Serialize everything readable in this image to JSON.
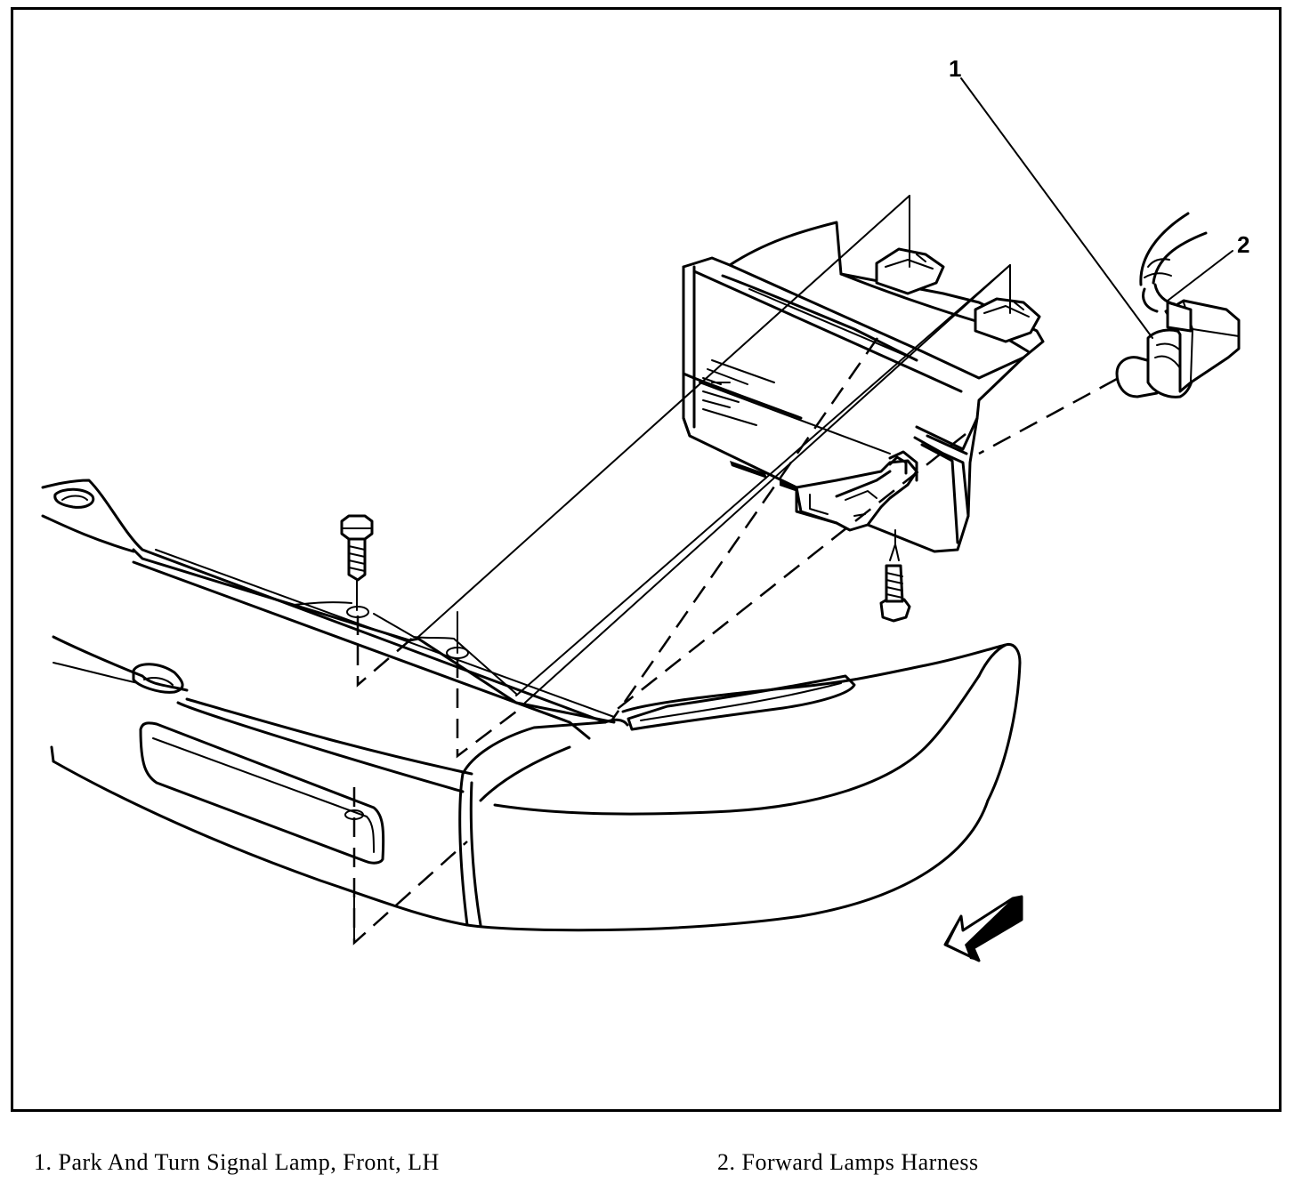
{
  "callouts": {
    "one": "1",
    "two": "2"
  },
  "legend": {
    "item1": "1. Park And Turn Signal Lamp, Front, LH",
    "item2": "2. Forward Lamps Harness"
  }
}
